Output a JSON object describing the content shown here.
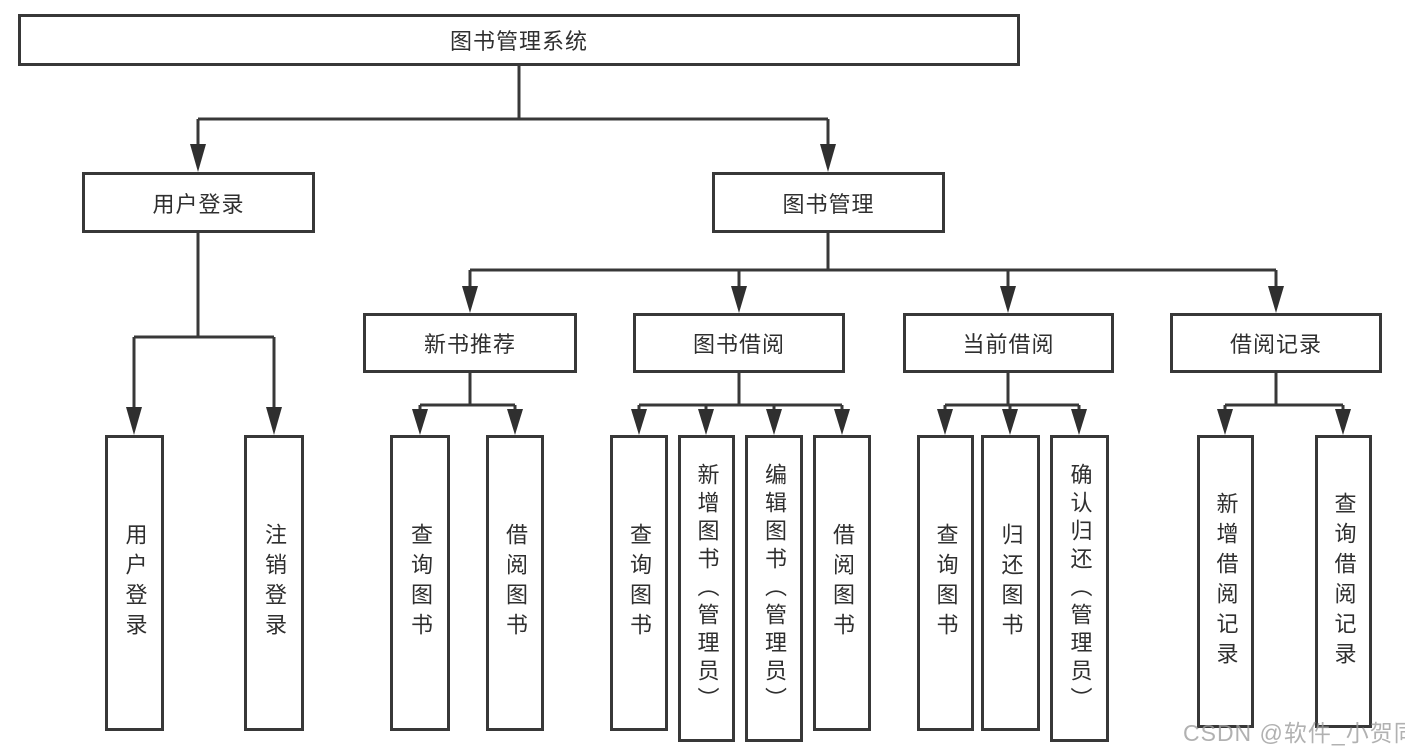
{
  "tree": {
    "root": {
      "label": "图书管理系统"
    },
    "branches": [
      {
        "label": "用户登录",
        "children": [
          {
            "label": "用户登录"
          },
          {
            "label": "注销登录"
          }
        ]
      },
      {
        "label": "图书管理",
        "children": [
          {
            "label": "新书推荐",
            "children": [
              {
                "label": "查询图书"
              },
              {
                "label": "借阅图书"
              }
            ]
          },
          {
            "label": "图书借阅",
            "children": [
              {
                "label": "查询图书"
              },
              {
                "label": "新增图书（管理员）"
              },
              {
                "label": "编辑图书（管理员）"
              },
              {
                "label": "借阅图书"
              }
            ]
          },
          {
            "label": "当前借阅",
            "children": [
              {
                "label": "查询图书"
              },
              {
                "label": "归还图书"
              },
              {
                "label": "确认归还（管理员）"
              }
            ]
          },
          {
            "label": "借阅记录",
            "children": [
              {
                "label": "新增借阅记录"
              },
              {
                "label": "查询借阅记录"
              }
            ]
          }
        ]
      }
    ]
  },
  "watermark": {
    "text": "CSDN @软件_小贺同学"
  },
  "colors": {
    "line": "#383838",
    "box_border": "#383838",
    "box_fill": "#ffffff",
    "text": "#2f2f2f",
    "background": "#ffffff",
    "watermark": "#9e9e9e"
  }
}
